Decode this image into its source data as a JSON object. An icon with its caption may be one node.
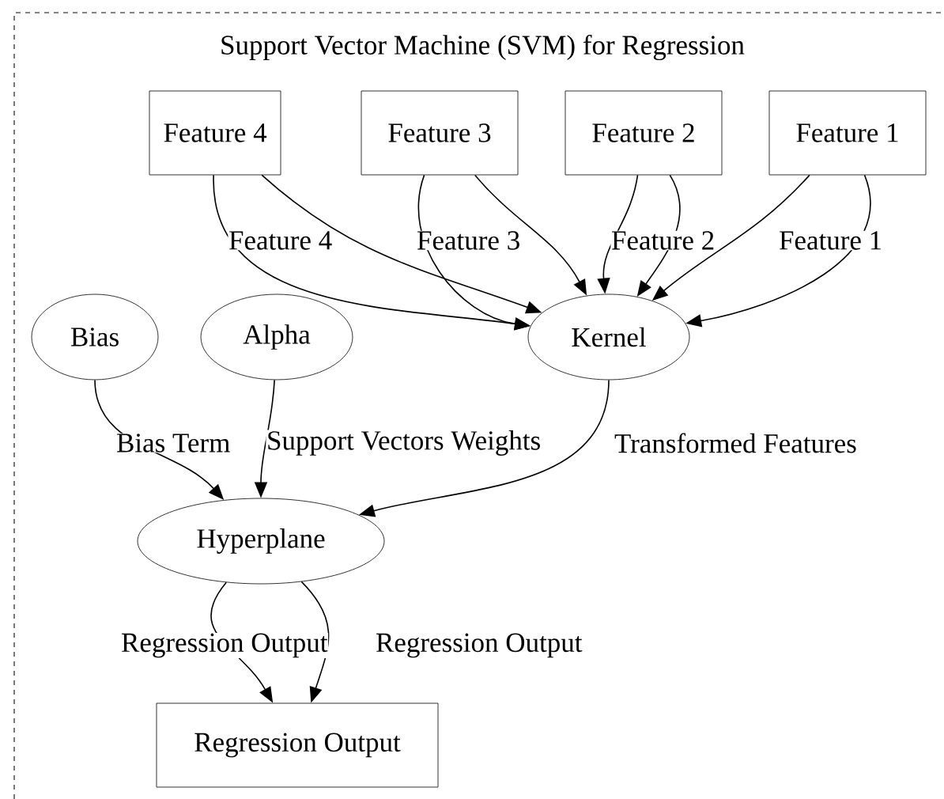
{
  "diagram": {
    "nodes": [
      {
        "text": [
          "Support Vector Machine (SVM) for Regression"
        ]
      },
      {
        "text": [
          "Feature 4"
        ],
        "in": 0
      },
      {
        "text": [
          "Feature 3"
        ],
        "in": 0
      },
      {
        "text": [
          "Feature 2"
        ],
        "in": 0
      },
      {
        "text": [
          "Feature 1"
        ],
        "in": 0
      },
      {
        "text": [
          "Bias"
        ],
        "in": 0
      },
      {
        "text": [
          "Alpha"
        ],
        "in": 0
      },
      {
        "text": [
          "Kernel"
        ],
        "in": 0
      },
      {
        "text": [
          "Hyperplane"
        ],
        "in": 0
      },
      {
        "text": [
          "Regression Output"
        ],
        "in": 0
      }
    ],
    "edges": [
      {
        "from": 1,
        "to": 7,
        "arrow": "to",
        "label": "Feature 4"
      },
      {
        "from": 1,
        "to": 7,
        "arrow": "to"
      },
      {
        "from": 2,
        "to": 7,
        "arrow": "to",
        "label": "Feature 3"
      },
      {
        "from": 2,
        "to": 7,
        "arrow": "to"
      },
      {
        "from": 3,
        "to": 7,
        "arrow": "to",
        "label": "Feature 2"
      },
      {
        "from": 3,
        "to": 7,
        "arrow": "to"
      },
      {
        "from": 4,
        "to": 7,
        "arrow": "to",
        "label": "Feature 1"
      },
      {
        "from": 4,
        "to": 7,
        "arrow": "to"
      },
      {
        "from": 5,
        "to": 8,
        "arrow": "to",
        "label": "Bias Term"
      },
      {
        "from": 6,
        "to": 8,
        "arrow": "to",
        "label": "Support Vectors Weights"
      },
      {
        "from": 7,
        "to": 8,
        "arrow": "to",
        "label": "Transformed Features"
      },
      {
        "from": 8,
        "to": 9,
        "arrow": "to",
        "label": "Regression Output"
      },
      {
        "from": 8,
        "to": 9,
        "arrow": "to",
        "label": "Regression Output"
      }
    ]
  }
}
